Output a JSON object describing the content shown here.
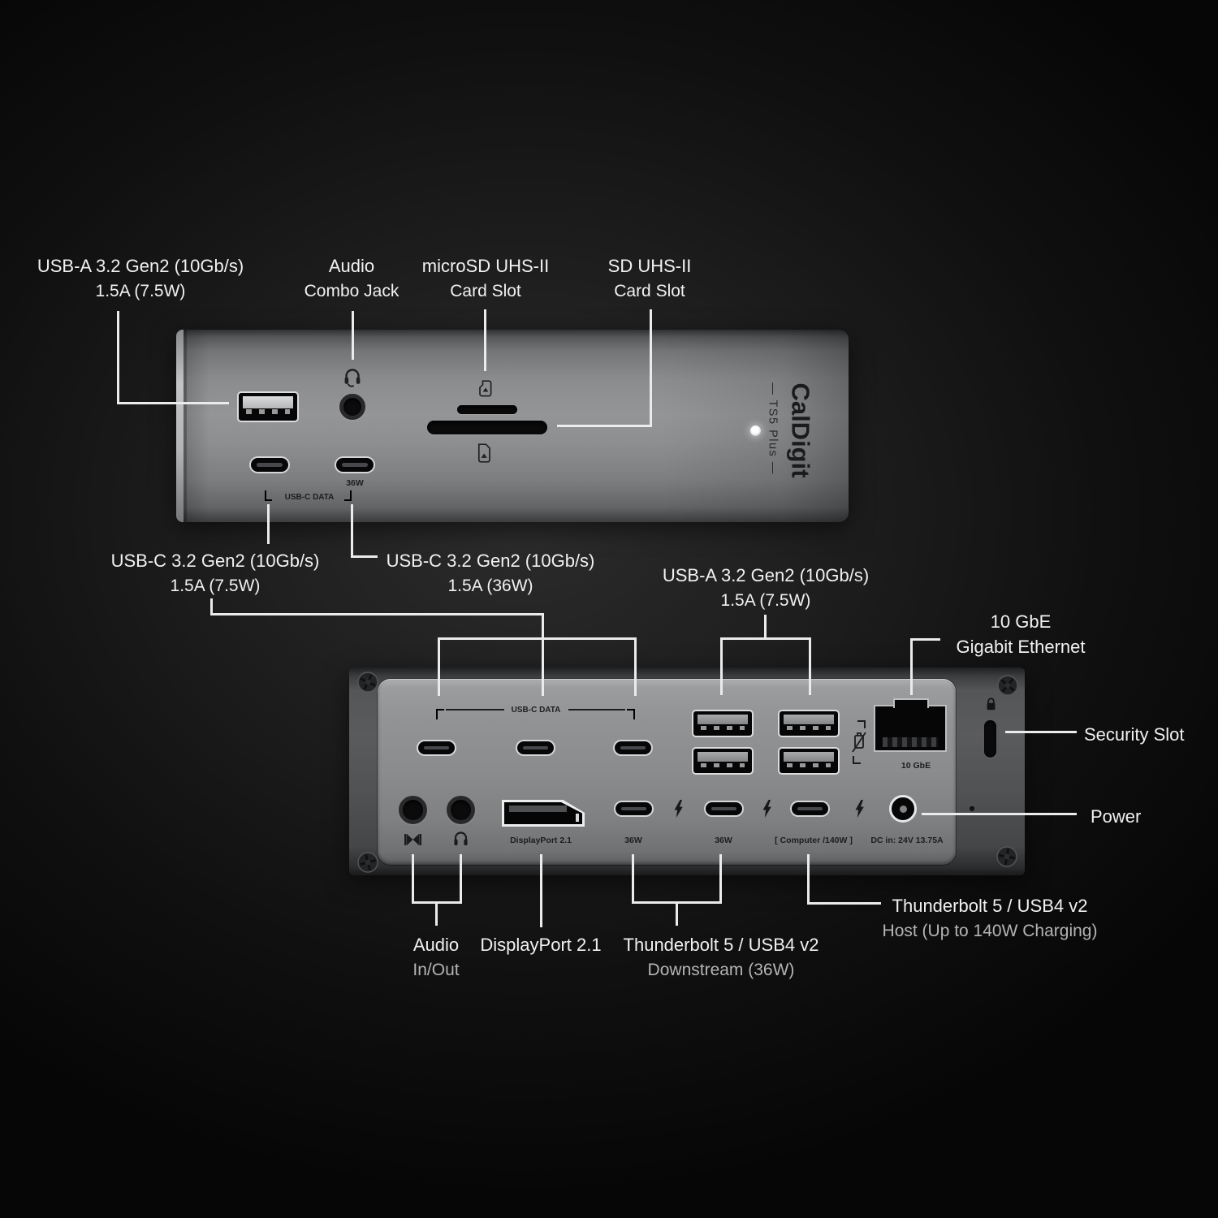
{
  "product": {
    "brand": "CalDigit",
    "model_display": "— TS5 Plus —"
  },
  "colors": {
    "background": "#101010",
    "device_body_gray": "#8e8f91",
    "back_panel_gray": "#8a8b8d",
    "callout_line": "#ebebec",
    "label_text": "#f1f1f1",
    "label_secondary_text": "#b4b4b4",
    "printed_text": "#1c1d1f",
    "led": "#ffffff"
  },
  "labels": {
    "usb_a_front": {
      "line1": "USB-A 3.2 Gen2 (10Gb/s)",
      "line2": "1.5A (7.5W)"
    },
    "audio_combo": {
      "line1": "Audio",
      "line2": "Combo Jack"
    },
    "microsd": {
      "line1": "microSD UHS-II",
      "line2": "Card Slot"
    },
    "sd": {
      "line1": "SD UHS-II",
      "line2": "Card Slot"
    },
    "usbc_75": {
      "line1": "USB-C 3.2 Gen2 (10Gb/s)",
      "line2": "1.5A (7.5W)"
    },
    "usbc_36": {
      "line1": "USB-C 3.2 Gen2 (10Gb/s)",
      "line2": "1.5A (36W)"
    },
    "usb_a_back": {
      "line1": "USB-A 3.2 Gen2 (10Gb/s)",
      "line2": "1.5A (7.5W)"
    },
    "ethernet": {
      "line1": "10 GbE",
      "line2": "Gigabit Ethernet"
    },
    "security": {
      "line1": "Security Slot"
    },
    "power": {
      "line1": "Power"
    },
    "audio_io": {
      "line1": "Audio",
      "line2": "In/Out"
    },
    "displayport": {
      "line1": "DisplayPort 2.1"
    },
    "tb_downstream": {
      "line1": "Thunderbolt 5 / USB4 v2",
      "line2": "Downstream (36W)"
    },
    "tb_host": {
      "line1": "Thunderbolt 5 / USB4 v2",
      "line2": "Host (Up to 140W Charging)"
    }
  },
  "device_front_printed": {
    "usb_c_data": "USB-C DATA",
    "w36": "36W"
  },
  "device_back_printed": {
    "usb_c_data": "USB-C DATA",
    "displayport": "DisplayPort 2.1",
    "w36_a": "36W",
    "w36_b": "36W",
    "computer": "[ Computer /140W ]",
    "dc_in": "DC in: 24V 13.75A",
    "ethernet": "10 GbE"
  },
  "icons": {
    "headset-icon": "headphones with mic (audio combo)",
    "microsd-card-icon": "microSD card glyph",
    "sd-card-icon": "SD card glyph",
    "headphones-icon": "headphones (audio out)",
    "audio-inout-icon": "bowtie speaker in/out glyph",
    "thunderbolt-bolt-icon": "lightning bolt",
    "battery-charging-icon": "battery with bolt and brackets",
    "lock-icon": "padlock (security slot)",
    "screw-icon": "phillips screw",
    "led-indicator": "white power LED dot"
  }
}
